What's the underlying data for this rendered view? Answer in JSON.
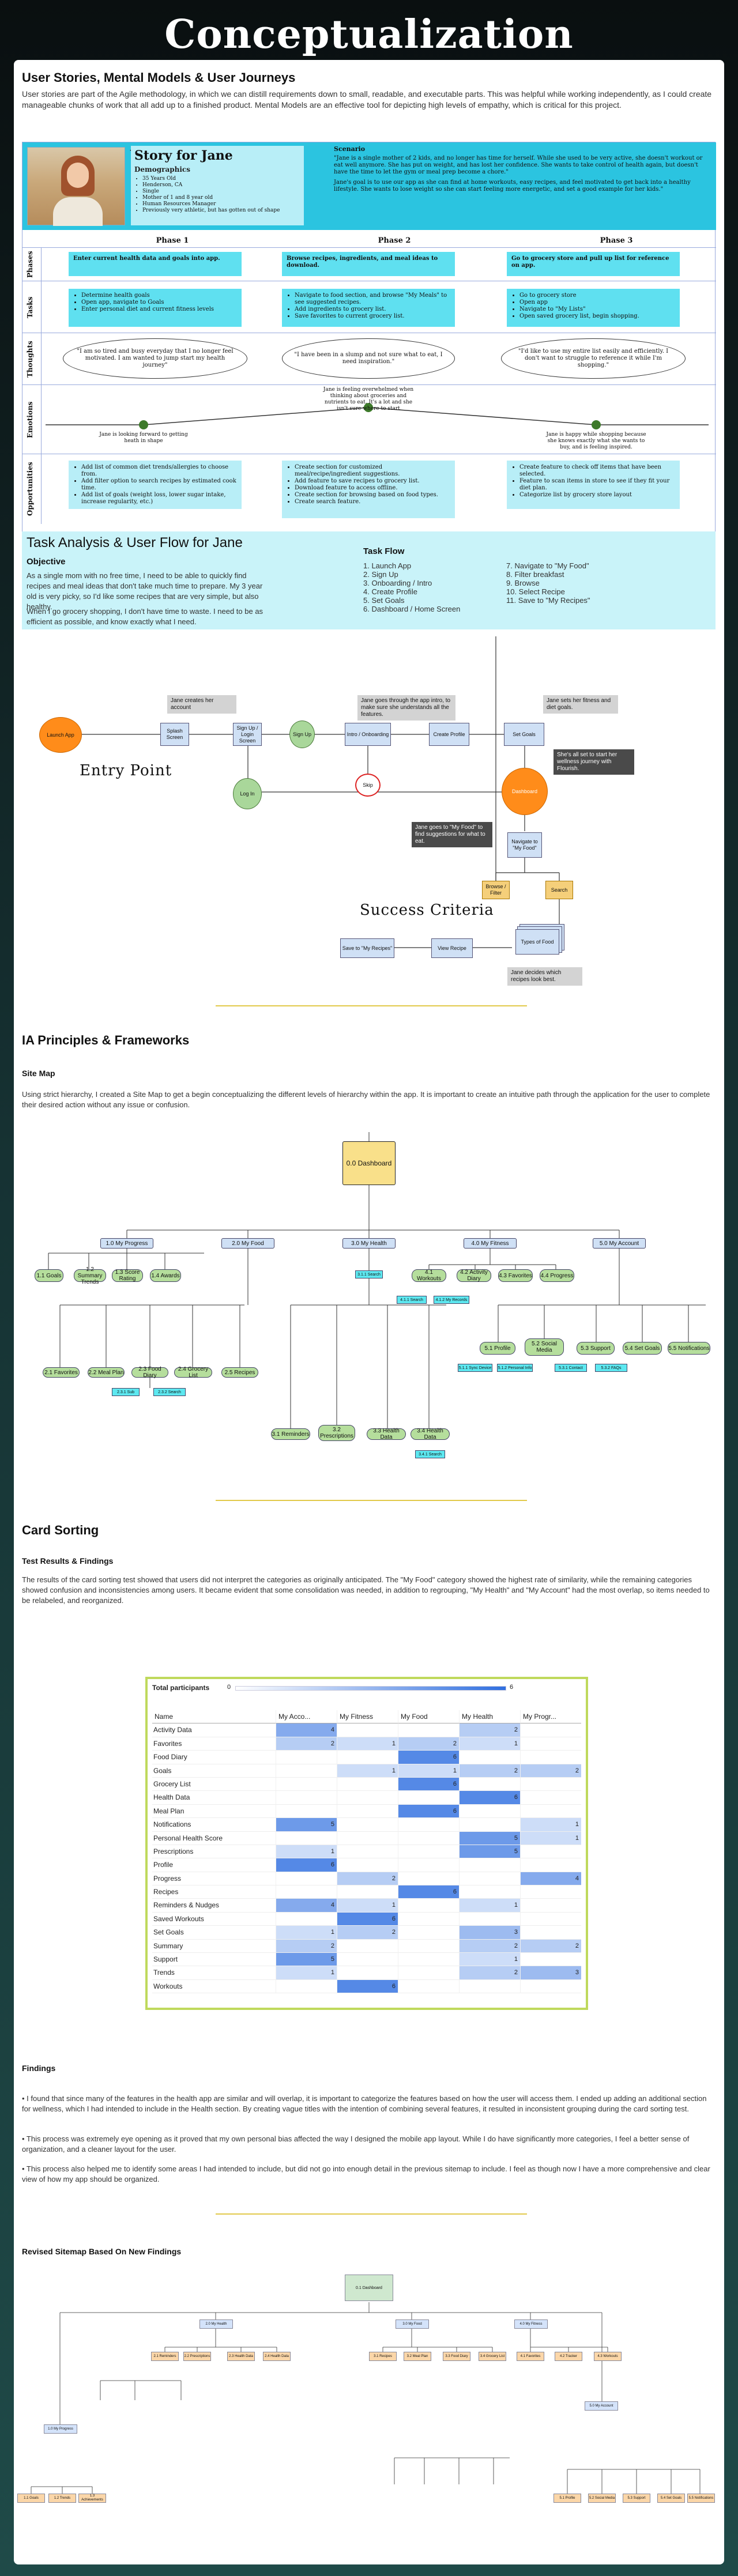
{
  "title": "Conceptualization",
  "s1": {
    "heading": "User Stories, Mental Models & User Journeys",
    "intro": "User stories are part of the Agile methodology, in which we can distill requirements down to small, readable, and executable parts. This was helpful while working independently, as I could create manageable chunks of work that all add up to a finished product. Mental Models are an effective tool for depicting high levels of empathy, which is critical for this project."
  },
  "story": {
    "name": "Story for Jane",
    "demo_label": "Demographics",
    "demo": [
      "35 Years Old",
      "Henderson, CA",
      "Single",
      "Mother of 1 and 8 year old",
      "Human Resources Manager",
      "Previously very athletic, but has gotten out of shape"
    ],
    "scenario_label": "Scenario",
    "scenario": [
      "\"Jane is a single mother of 2 kids, and no longer has time for herself. While she used to be very active, she doesn't workout or eat well anymore. She has put on weight, and has lost her confidence. She wants to take control of health again, but doesn't have the time to let the gym or meal prep become a chore.\"",
      "Jane's goal is to use our app as she can find at home workouts, easy recipes, and feel motivated to get back into a healthy lifestyle. She wants to lose weight so she can start feeling more energetic, and set a good example for her kids.\""
    ],
    "phases": [
      "Phase 1",
      "Phase 2",
      "Phase 3"
    ],
    "rows": [
      "Phases",
      "Tasks",
      "Thoughts",
      "Emotions",
      "Opportunities"
    ],
    "phase_cells": [
      "Enter current health data and goals into app.",
      "Browse recipes, ingredients, and meal ideas to download.",
      "Go to grocery store and pull up list for reference on app."
    ],
    "tasks": [
      [
        "Determine health goals",
        "Open app, navigate to Goals",
        "Enter personal diet and current fitness levels"
      ],
      [
        "Navigate to food section, and browse \"My Meals\" to see suggested recipes.",
        "Add ingredients to grocery list.",
        "Save favorites to current grocery list."
      ],
      [
        "Go to grocery store",
        "Open app",
        "Navigate to \"My Lists\"",
        "Open saved grocery list, begin shopping."
      ]
    ],
    "thoughts": [
      "\"I am so tired and busy everyday that I no longer feel motivated. I am wanted to jump start my health journey\"",
      "\"I have been in a slump and not sure what to eat, I need inspiration.\"",
      "\"I'd like to use my entire list easily and efficiently. I don't want to struggle to reference it while I'm shopping.\""
    ],
    "emotions": [
      "Jane is looking forward to getting heath in shape",
      "Jane is feeling overwhelmed when thinking about groceries and nutrients to eat. It's a lot and she isn't sure where to start",
      "Jane is happy while shopping because she knows exactly what she wants to buy, and is feeling inspired."
    ],
    "opps": [
      [
        "Add list of common diet trends/allergies to choose from.",
        "Add filter option to search recipes by estimated cook time.",
        "Add list of goals (weight loss, lower sugar intake, increase regularity, etc.)"
      ],
      [
        "Create section for customized meal/recipe/ingredient suggestions.",
        "Add feature to save recipes to grocery list.",
        "Download feature to access offline.",
        "Create section for browsing based on food types.",
        "Create search feature."
      ],
      [
        "Create feature to check off items that have been selected.",
        "Feature to scan items in store to see if they fit your diet plan.",
        "Categorize list by grocery store layout"
      ]
    ]
  },
  "task": {
    "heading": "Task Analysis & User Flow for Jane",
    "obj_label": "Objective",
    "obj1": "As a single mom with no free time, I need to be able to quickly find recipes and meal ideas that don't take much time to prepare. My 3 year old is very picky, so I'd like some recipes that are very simple, but also healthy.",
    "obj2": "When I go grocery shopping, I don't have time to waste. I need to be as efficient as possible, and know exactly what I need.",
    "flow_label": "Task Flow",
    "flow_a": [
      "1. Launch App",
      "2. Sign Up",
      "3. Onboarding / Intro",
      "4. Create Profile",
      "5. Set Goals",
      "6. Dashboard / Home Screen"
    ],
    "flow_b": [
      "7. Navigate to \"My Food\"",
      "8. Filter breakfast",
      "9. Browse",
      "10. Select Recipe",
      "11. Save to \"My Recipes\""
    ]
  },
  "flow": {
    "n_launch": "Launch App",
    "n_splash": "Splash Screen",
    "n_login": "Sign Up / Login Screen",
    "n_signup": "Sign Up",
    "n_intro": "Intro / Onboarding",
    "n_profile": "Create Profile",
    "n_goals": "Set Goals",
    "n_dash": "Dashboard",
    "n_logn": "Log In",
    "n_skip": "Skip",
    "n_nav": "Navigate to \"My Food\"",
    "n_browse": "Browse / Filter",
    "n_search": "Search",
    "n_types": "Types of Food",
    "n_view": "View Recipe",
    "n_save": "Save to \"My Recipes\"",
    "note1": "Jane creates her account",
    "note2": "Jane goes through the app intro, to make sure she understands all the features.",
    "note3": "Jane sets her fitness and diet goals.",
    "note4": "She's all set to start her wellness journey with Flourish.",
    "note5": "Jane goes to \"My Food\" to find suggestions for what to eat.",
    "note6": "Jane decides which recipes look best.",
    "entry": "Entry Point",
    "success": "Success Criteria"
  },
  "s3": {
    "heading": "IA Principles & Frameworks",
    "sub": "Site Map",
    "body": "Using strict hierarchy, I created a Site Map to get a begin conceptualizing  the different levels of hierarchy within the app. It is important to create an intuitive path through the application for the user to complete their desired action without any issue or confusion."
  },
  "sitemap": {
    "root": "0.0 Dashboard",
    "l1": [
      "1.0 My Progress",
      "2.0 My Food",
      "3.0 My Health",
      "4.0 My Fitness",
      "5.0 My Account"
    ],
    "p": [
      "1.1 Goals",
      "1.2 Summary Trends",
      "1.3 Score Rating",
      "1.4 Awards"
    ],
    "f": [
      "2.1 Favorites",
      "2.2 Meal Plan",
      "2.3 Food Diary",
      "2.4 Grocery List",
      "2.5 Recipes"
    ],
    "fs": [
      "2.3.1 Sub",
      "2.3.2 Search"
    ],
    "h": [
      "3.1 Reminders",
      "3.2 Prescriptions",
      "3.3 Health Data",
      "3.4 Health Data"
    ],
    "hs": [
      "3.1.1 Search",
      "3.4.1 Search"
    ],
    "fi": [
      "4.1 Workouts",
      "4.2 Activity Diary",
      "4.3 Favorites",
      "4.4 Progress"
    ],
    "fis": [
      "4.1.1 Search",
      "4.1.2 My Records"
    ],
    "a": [
      "5.1 Profile",
      "5.2 Social Media",
      "5.3 Support",
      "5.4 Set Goals",
      "5.5 Notifications"
    ],
    "as": [
      "5.1.1 Sync Device",
      "5.1.2 Personal Info",
      "5.3.1 Contact",
      "5.3.2 FAQs"
    ]
  },
  "s4": {
    "heading": "Card Sorting",
    "sub": "Test Results & Findings",
    "body": "The results of the card sorting test showed that users did not interpret the categories as originally anticipated. The \"My Food\" category showed the highest rate of similarity, while the remaining categories showed confusion and inconsistencies among users. It became evident that some consolidation was needed, in addition to regrouping, \"My Health\" and \"My Account\" had the most overlap, so items needed to be relabeled, and reorganized.",
    "findings_label": "Findings",
    "f1": "• I found that since many of the features in the health app are similar and will overlap, it is important to categorize the features based on how the user will access them. I ended up adding an additional section for wellness, which I had intended to include in the Health section. By creating vague titles with the intention of combining several features, it resulted in inconsistent grouping during the card sorting test.",
    "f2": "• This process was extremely eye opening as it proved that my own personal bias affected the way I designed the mobile app layout. While I do have significantly more categories, I feel a better sense of organization, and a cleaner layout for the user.",
    "f3": "• This process also helped me to identify some areas I had intended to include, but did not go into enough detail in the previous sitemap to include. I feel as though now I have a more comprehensive and clear view of how my app should be organized.",
    "revised": "Revised Sitemap Based On New Findings"
  },
  "cardsort": {
    "total_label": "Total participants",
    "scale_min": "0",
    "scale_max": "6",
    "cols": [
      "Name",
      "My Acco...",
      "My Fitness",
      "My Food",
      "My Health",
      "My Progr..."
    ],
    "rows": [
      [
        "Activity Data",
        "",
        "4",
        "",
        "",
        "2"
      ],
      [
        "Favorites",
        "",
        "2",
        "1",
        "2",
        "1"
      ],
      [
        "Food Diary",
        "",
        "",
        "",
        "6",
        ""
      ],
      [
        "Goals",
        "",
        "",
        "1",
        "1",
        "2",
        "2"
      ],
      [
        "Grocery List",
        "",
        "",
        "",
        "6",
        ""
      ],
      [
        "Health Data",
        "",
        "",
        "",
        "",
        "6"
      ],
      [
        "Meal Plan",
        "",
        "",
        "",
        "6",
        ""
      ],
      [
        "Notifications",
        "",
        "5",
        "",
        "",
        "",
        "1"
      ],
      [
        "Personal Health Score",
        "",
        "",
        "",
        "",
        "5",
        "1"
      ],
      [
        "Prescriptions",
        "",
        "1",
        "",
        "",
        "5"
      ],
      [
        "Profile",
        "",
        "6",
        "",
        "",
        ""
      ],
      [
        "Progress",
        "",
        "",
        "2",
        "",
        "",
        "4"
      ],
      [
        "Recipes",
        "",
        "",
        "",
        "6",
        ""
      ],
      [
        "Reminders & Nudges",
        "",
        "4",
        "1",
        "",
        "1"
      ],
      [
        "Saved Workouts",
        "",
        "",
        "6",
        "",
        ""
      ],
      [
        "Set Goals",
        "",
        "1",
        "2",
        "",
        "3"
      ],
      [
        "Summary",
        "",
        "2",
        "",
        "",
        "2",
        "2"
      ],
      [
        "Support",
        "",
        "5",
        "",
        "",
        "1"
      ],
      [
        "Trends",
        "",
        "1",
        "",
        "",
        "2",
        "3"
      ],
      [
        "Workouts",
        "",
        "",
        "6",
        "",
        ""
      ]
    ]
  },
  "revised": {
    "root": "0.1 Dashboard",
    "l1": [
      "1.0 My Progress",
      "2.0 My Health",
      "3.0 My Food",
      "4.0 My Fitness",
      "5.0 My Account"
    ],
    "health": [
      "2.1 Reminders",
      "2.2 Prescriptions",
      "2.3 Health Data",
      "2.4 Health Data"
    ],
    "food": [
      "3.1 Recipes",
      "3.2 Meal Plan",
      "3.3 Food Diary",
      "3.4 Grocery List"
    ],
    "fitness": [
      "4.1 Favorites",
      "4.2 Tracker",
      "4.3 Workouts"
    ],
    "account": [
      "5.1 Profile",
      "5.2 Social Media",
      "5.3 Support",
      "5.4 Set Goals",
      "5.5 Notifications"
    ],
    "progress": [
      "1.1 Goals",
      "1.2 Trends",
      "1.3 Achievements"
    ]
  }
}
